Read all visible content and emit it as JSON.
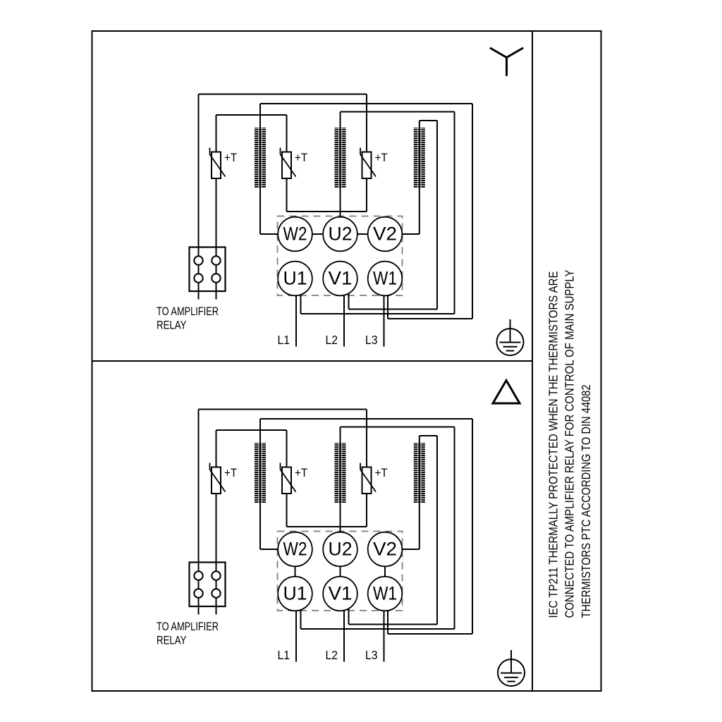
{
  "document": {
    "type": "motor wiring diagram",
    "panels": [
      "star connection",
      "delta connection"
    ]
  },
  "labels": {
    "terminals_top": [
      "W2",
      "U2",
      "V2"
    ],
    "terminals_bottom": [
      "U1",
      "V1",
      "W1"
    ],
    "mains": [
      "L1",
      "L2",
      "L3"
    ],
    "thermistor_label": "+T",
    "relay_caption_line1": "TO AMPLIFIER",
    "relay_caption_line2": "RELAY"
  },
  "note": {
    "lines": [
      "IEC TP211 THERMALLY PROTECTED WHEN THE THERMISTORS ARE",
      "CONNECTED TO AMPLIFIER RELAY FOR CONTROL OF MAIN SUPPLY",
      "THERMISTORS PTC ACCORDING TO DIN 44082"
    ]
  }
}
